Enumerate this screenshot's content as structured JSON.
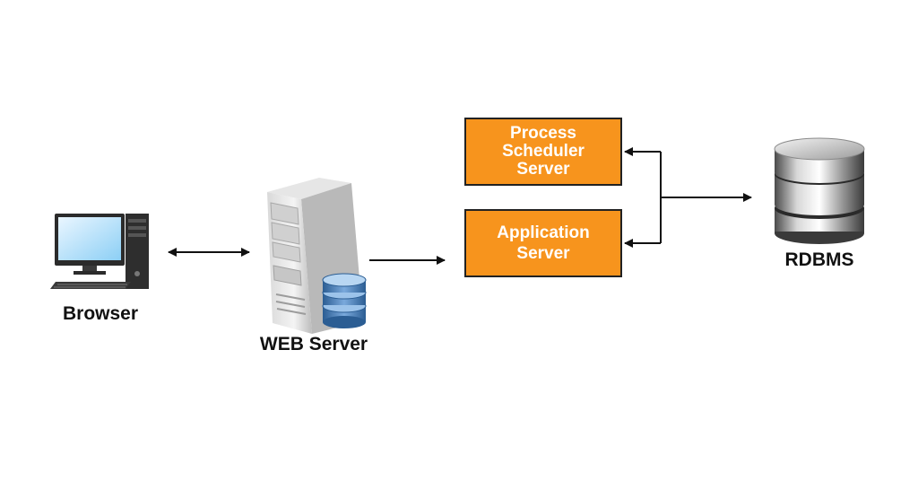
{
  "nodes": {
    "browser": {
      "label": "Browser"
    },
    "web_server": {
      "label": "WEB Server"
    },
    "process_scheduler": {
      "lines": [
        "Process",
        "Scheduler",
        "Server"
      ]
    },
    "application_server": {
      "lines": [
        "Application",
        "Server"
      ]
    },
    "rdbms": {
      "label": "RDBMS"
    }
  },
  "colors": {
    "server_box_fill": "#f7941d",
    "arrow": "#111111",
    "db_blue": "#4a7fb8"
  },
  "edges": [
    {
      "from": "browser",
      "to": "web_server",
      "direction": "both"
    },
    {
      "from": "web_server",
      "to": "application_server",
      "direction": "forward"
    },
    {
      "from": "junction",
      "to": "process_scheduler",
      "direction": "forward"
    },
    {
      "from": "junction",
      "to": "application_server",
      "direction": "forward"
    },
    {
      "from": "junction",
      "to": "rdbms",
      "direction": "forward"
    }
  ]
}
